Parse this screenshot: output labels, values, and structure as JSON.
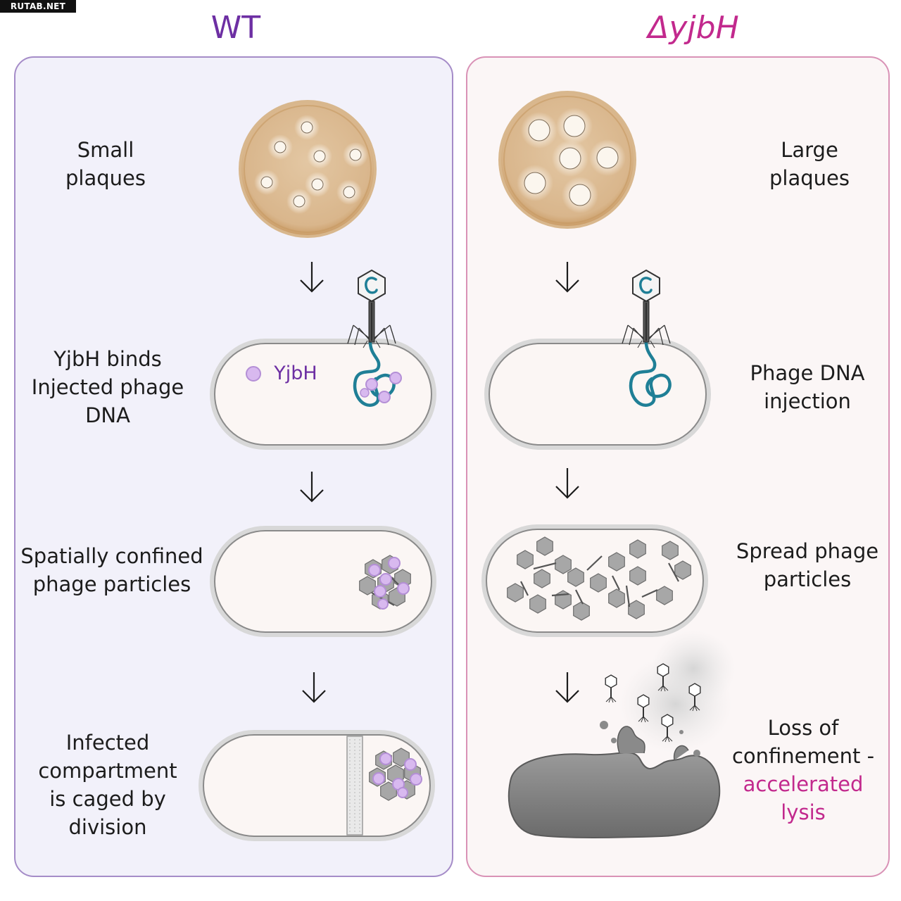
{
  "watermark": "RUTAB.NET",
  "columns": {
    "wt": {
      "title": "WT",
      "label_small_plaques": [
        "Small",
        "plaques"
      ],
      "label_binds": [
        "YjbH binds",
        "Injected phage",
        "DNA"
      ],
      "label_yjbh": "YjbH",
      "label_confined": [
        "Spatially confined",
        "phage particles"
      ],
      "label_caged": [
        "Infected",
        "compartment",
        "is caged by",
        "division"
      ]
    },
    "mutant": {
      "title": "ΔyjbH",
      "label_large_plaques": [
        "Large",
        "plaques"
      ],
      "label_injection": [
        "Phage DNA",
        "injection"
      ],
      "label_spread": [
        "Spread phage",
        "particles"
      ],
      "label_loss": [
        "Loss of",
        "confinement -"
      ],
      "label_lysis": [
        "accelerated",
        "lysis"
      ]
    }
  },
  "colors": {
    "wt_accent": "#6d2fa3",
    "mutant_accent": "#c2298d",
    "dish": "#e2c29d",
    "dna": "#1f7f96",
    "yjbh": "#d8b9ef"
  },
  "icons": [
    "petri-dish-icon",
    "down-arrow-icon",
    "bacteriophage-icon",
    "bacterial-cell-icon",
    "phage-dna-icon",
    "yjbh-protein-icon",
    "phage-capsid-icon",
    "lysed-cell-icon"
  ]
}
